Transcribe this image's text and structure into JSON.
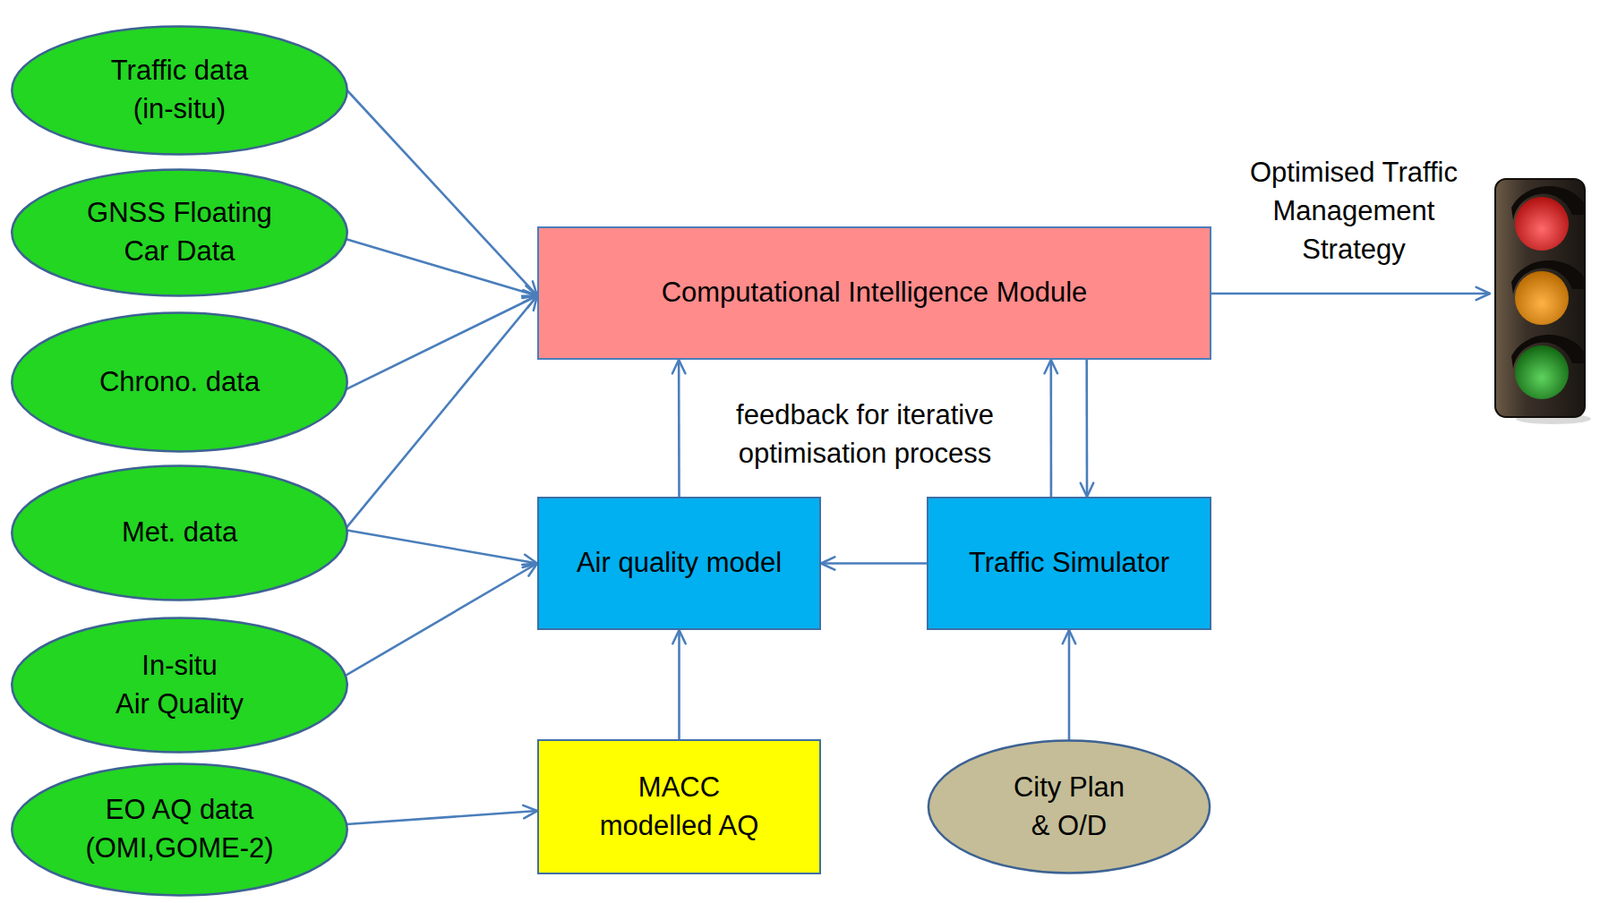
{
  "diagram": {
    "nodes": [
      {
        "text": [
          "Traffic data (in-situ)"
        ]
      },
      {
        "text": [
          "GNSS Floating Car Data"
        ]
      },
      {
        "text": [
          "Chrono. data"
        ]
      },
      {
        "text": [
          "Met. data"
        ]
      },
      {
        "text": [
          "In-situ Air Quality"
        ]
      },
      {
        "text": [
          "EO AQ data (OMI,GOME-2)"
        ]
      },
      {
        "text": [
          "Computational Intelligence Module"
        ]
      },
      {
        "text": [
          "Air quality model"
        ]
      },
      {
        "text": [
          "Traffic Simulator"
        ]
      },
      {
        "text": [
          "MACC modelled AQ"
        ]
      },
      {
        "text": [
          "City Plan & O/D"
        ]
      }
    ],
    "edges": [
      {
        "from": 0,
        "to": 6,
        "arrow": "to"
      },
      {
        "from": 1,
        "to": 6,
        "arrow": "to"
      },
      {
        "from": 2,
        "to": 6,
        "arrow": "to"
      },
      {
        "from": 3,
        "to": 6,
        "arrow": "to"
      },
      {
        "from": 3,
        "to": 7,
        "arrow": "to"
      },
      {
        "from": 4,
        "to": 7,
        "arrow": "to"
      },
      {
        "from": 5,
        "to": 9,
        "arrow": "to"
      },
      {
        "from": 9,
        "to": 7,
        "arrow": "to"
      },
      {
        "from": 8,
        "to": 7,
        "arrow": "to"
      },
      {
        "from": 7,
        "to": 6,
        "arrow": "to"
      },
      {
        "from": 8,
        "to": 6,
        "arrow": "to"
      },
      {
        "from": 6,
        "to": 8,
        "arrow": "to"
      },
      {
        "from": 10,
        "to": 8,
        "arrow": "to"
      }
    ],
    "labels": [
      "Optimised Traffic Management Strategy",
      "feedback for iterative optimisation process"
    ]
  }
}
